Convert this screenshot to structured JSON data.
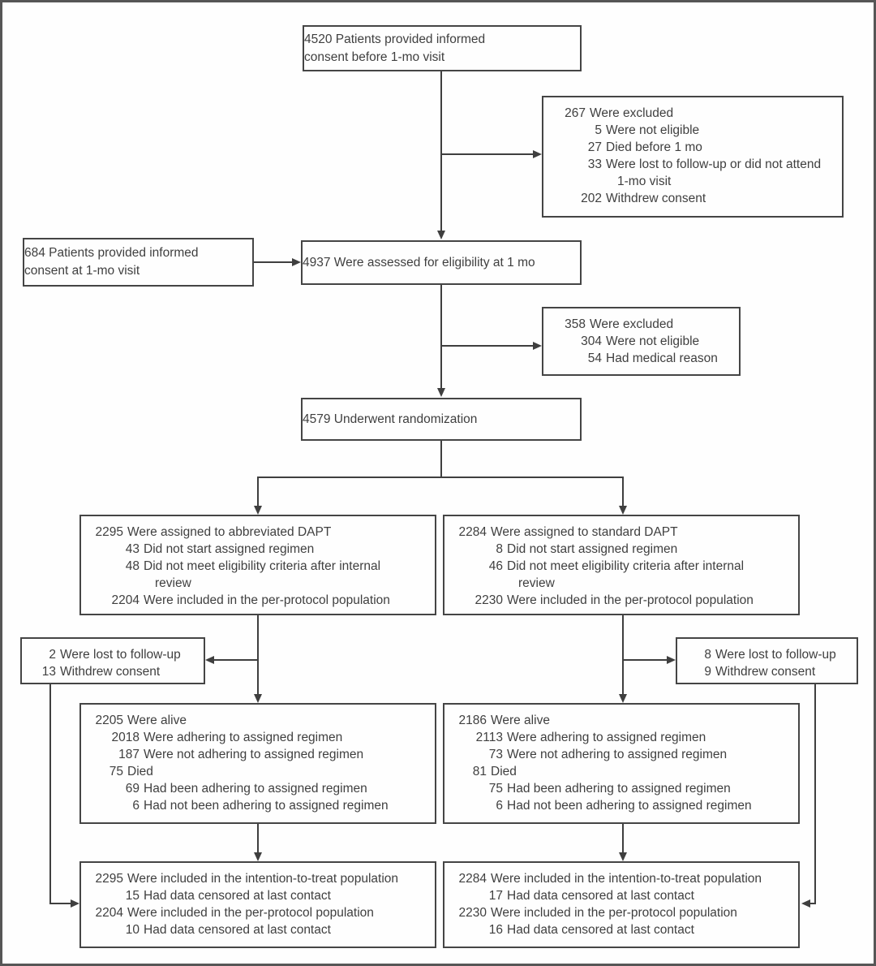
{
  "figure": {
    "kind": "consort-flow-diagram",
    "colors": {
      "background": "#fefefe",
      "frame_border": "#565656",
      "box_border": "#454545",
      "line": "#3f3f3f",
      "text": "#3f3f3f"
    }
  },
  "boxes": {
    "consent_before": {
      "align": "center",
      "lines": [
        {
          "text": "4520 Patients provided informed"
        },
        {
          "text": "consent before 1-mo visit"
        }
      ]
    },
    "excluded_before": {
      "align": "list",
      "lines": [
        {
          "num": "267",
          "text": "Were excluded",
          "indent": 0
        },
        {
          "num": "5",
          "text": "Were not eligible",
          "indent": 1
        },
        {
          "num": "27",
          "text": "Died before 1 mo",
          "indent": 1
        },
        {
          "num": "33",
          "text": "Were lost to follow-up or did not attend",
          "indent": 1
        },
        {
          "num": "",
          "text": "1-mo visit",
          "indent": 2
        },
        {
          "num": "202",
          "text": "Withdrew consent",
          "indent": 1
        }
      ]
    },
    "consent_1mo": {
      "align": "center",
      "lines": [
        {
          "text": "684 Patients provided informed"
        },
        {
          "text": "consent at 1-mo visit"
        }
      ]
    },
    "assessed": {
      "align": "center",
      "lines": [
        {
          "text": "4937 Were assessed for eligibility at 1 mo"
        }
      ]
    },
    "excluded_1mo": {
      "align": "list",
      "lines": [
        {
          "num": "358",
          "text": "Were excluded",
          "indent": 0
        },
        {
          "num": "304",
          "text": "Were not eligible",
          "indent": 1
        },
        {
          "num": "54",
          "text": "Had medical reason",
          "indent": 1
        }
      ]
    },
    "randomized": {
      "align": "center",
      "lines": [
        {
          "text": "4579 Underwent randomization"
        }
      ]
    },
    "assigned_abbreviated": {
      "align": "list",
      "lines": [
        {
          "num": "2295",
          "text": "Were assigned to abbreviated DAPT",
          "indent": 0
        },
        {
          "num": "43",
          "text": "Did not start assigned regimen",
          "indent": 1
        },
        {
          "num": "48",
          "text": "Did not meet eligibility criteria after internal",
          "indent": 1
        },
        {
          "num": "",
          "text": "review",
          "indent": 2
        },
        {
          "num": "2204",
          "text": "Were included in the per-protocol population",
          "indent": 1
        }
      ]
    },
    "assigned_standard": {
      "align": "list",
      "lines": [
        {
          "num": "2284",
          "text": "Were assigned to standard DAPT",
          "indent": 0
        },
        {
          "num": "8",
          "text": "Did not start assigned regimen",
          "indent": 1
        },
        {
          "num": "46",
          "text": "Did not meet eligibility criteria after internal",
          "indent": 1
        },
        {
          "num": "",
          "text": "review",
          "indent": 2
        },
        {
          "num": "2230",
          "text": "Were included in the per-protocol population",
          "indent": 1
        }
      ]
    },
    "lost_left": {
      "align": "list",
      "compact": true,
      "lines": [
        {
          "num": "2",
          "text": "Were lost to follow-up",
          "indent": 0
        },
        {
          "num": "13",
          "text": "Withdrew consent",
          "indent": 0
        }
      ]
    },
    "lost_right": {
      "align": "list",
      "compact": true,
      "lines": [
        {
          "num": "8",
          "text": "Were lost to follow-up",
          "indent": 0
        },
        {
          "num": "9",
          "text": "Withdrew consent",
          "indent": 0
        }
      ]
    },
    "alive_left": {
      "align": "list",
      "lines": [
        {
          "num": "2205",
          "text": "Were alive",
          "indent": 0
        },
        {
          "num": "2018",
          "text": "Were adhering to assigned regimen",
          "indent": 1
        },
        {
          "num": "187",
          "text": "Were not adhering to assigned regimen",
          "indent": 1
        },
        {
          "num": "75",
          "text": "Died",
          "indent": 0
        },
        {
          "num": "69",
          "text": "Had been adhering to assigned regimen",
          "indent": 1
        },
        {
          "num": "6",
          "text": "Had not been adhering to assigned regimen",
          "indent": 1
        }
      ]
    },
    "alive_right": {
      "align": "list",
      "lines": [
        {
          "num": "2186",
          "text": "Were alive",
          "indent": 0
        },
        {
          "num": "2113",
          "text": "Were adhering to assigned regimen",
          "indent": 1
        },
        {
          "num": "73",
          "text": "Were not adhering to assigned regimen",
          "indent": 1
        },
        {
          "num": "81",
          "text": "Died",
          "indent": 0
        },
        {
          "num": "75",
          "text": "Had been adhering to assigned regimen",
          "indent": 1
        },
        {
          "num": "6",
          "text": "Had not been adhering to assigned regimen",
          "indent": 1
        }
      ]
    },
    "itt_left": {
      "align": "list",
      "lines": [
        {
          "num": "2295",
          "text": "Were included in the intention-to-treat population",
          "indent": 0
        },
        {
          "num": "15",
          "text": "Had data censored at last contact",
          "indent": 1
        },
        {
          "num": "2204",
          "text": "Were included in the per-protocol population",
          "indent": 0
        },
        {
          "num": "10",
          "text": "Had data censored at last contact",
          "indent": 1
        }
      ]
    },
    "itt_right": {
      "align": "list",
      "lines": [
        {
          "num": "2284",
          "text": "Were included in the intention-to-treat population",
          "indent": 0
        },
        {
          "num": "17",
          "text": "Had data censored at last contact",
          "indent": 1
        },
        {
          "num": "2230",
          "text": "Were included in the per-protocol population",
          "indent": 0
        },
        {
          "num": "16",
          "text": "Had data censored at last contact",
          "indent": 1
        }
      ]
    }
  }
}
